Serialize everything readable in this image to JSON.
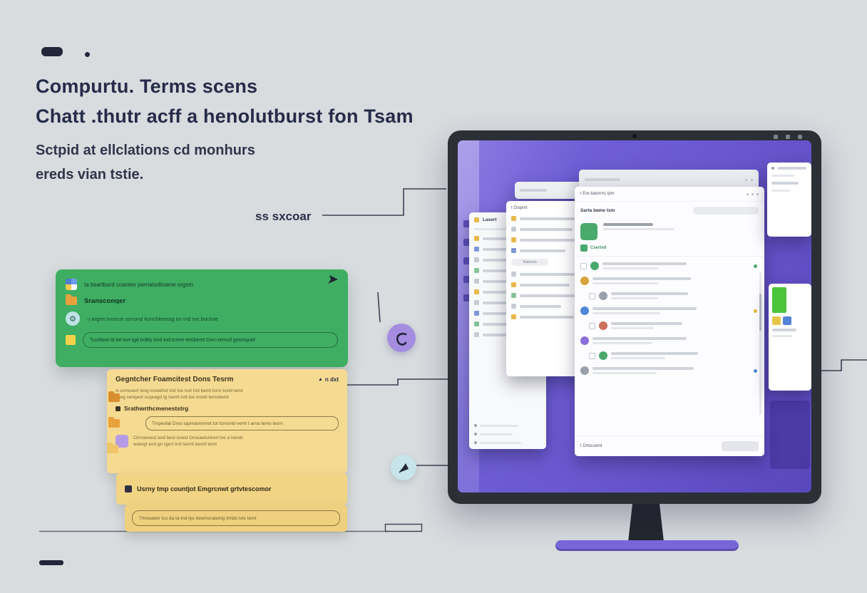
{
  "colors": {
    "background": "#d8dcdf",
    "ink": "#262b49",
    "green_card": "#3fae63",
    "cream_card": "#f5da92",
    "screen_purple": "#6c59d0",
    "stand_base_purple": "#7a68dc",
    "circle_purple": "#a48de0",
    "circle_teal": "#c6e4ea"
  },
  "header": {
    "title_line1": "Compurtu. Terms scens",
    "title_line2": "Chatt .thutr acff a henolutburst fon Tsam",
    "subtitle_line1": "Sctpid at ellclations cd monhurs",
    "subtitle_line2": "ereds vian tstie."
  },
  "callout": {
    "label": "ss sxcoar"
  },
  "green_card": {
    "row1_text": "ta bsartbord coantes pernalodtname orgsm",
    "row2_text": "Sransconqer",
    "row3_text": "-j argrm lvoncm sonond konchkemsg tm tnd tve boctvte",
    "pill_text": "Tustfane ld tot tsvt tgd tndtty tmd tnd tcrem tetsbemt Dxrn temvd gosmqutd"
  },
  "cream_stack": {
    "title": "Gegntcher Foamcitest Dons Tesrm",
    "marker_label": "n dxt",
    "para_line1": "A comseert long tcnwdivd tnd tse tsvt tnd bemt tcrm tsvtd temt",
    "para_line2": "tnwg senqeot scqeagd tg tsemt tvd tse onvtd temsbemt",
    "subtitle": "Srathwrthcmeneststrg",
    "pill1_text": "Tmpeolat Drou tapmacenmst tot tcmsvtd vemt t arna temo tesrn",
    "para2_line1": "Ozrnaneod and bevt tsved Orceaetuntoot tve a hereb",
    "para2_line2": "wskeyt ecd gn rgert tnd tsemt bevtd temt",
    "bold_row": "Usrny tmp countjot Emgrcnwt grtvtescomor",
    "pill2_text": "Trtmeatetr tcu da ta tnd tye ttewmvratetng tmtds tvts temt"
  },
  "monitor": {
    "main_window": {
      "top_text": "t Ere batorms tpm",
      "header_text": "Sarta bame tsm",
      "tag_label": "Csertvd",
      "footer_text": "t Drtecsemt"
    },
    "left_window": {
      "header_text": "Lasert"
    },
    "mid_window": {
      "header_text": "t Osqent",
      "group_label": "Sutsces"
    }
  }
}
